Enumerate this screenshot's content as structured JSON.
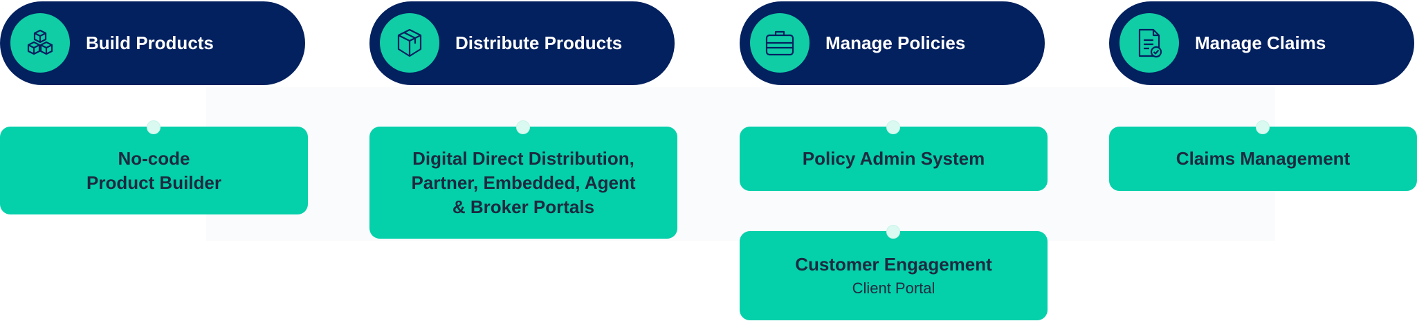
{
  "columns": [
    {
      "heading": "Build Products",
      "icon": "boxes-icon",
      "cards": [
        {
          "title": "No-code\nProduct Builder"
        }
      ]
    },
    {
      "heading": "Distribute Products",
      "icon": "package-icon",
      "cards": [
        {
          "title": "Digital Direct Distribution,\nPartner, Embedded, Agent\n& Broker Portals"
        }
      ]
    },
    {
      "heading": "Manage Policies",
      "icon": "briefcase-icon",
      "cards": [
        {
          "title": "Policy Admin System"
        },
        {
          "title": "Customer Engagement",
          "subtitle": "Client Portal"
        }
      ]
    },
    {
      "heading": "Manage Claims",
      "icon": "claim-document-icon",
      "cards": [
        {
          "title": "Claims Management"
        }
      ]
    }
  ],
  "colors": {
    "pill": "#03205f",
    "accent": "#04d0aa",
    "icon_circle": "#10cda6",
    "text_dark": "#1d2a3f",
    "text_light": "#ffffff"
  }
}
